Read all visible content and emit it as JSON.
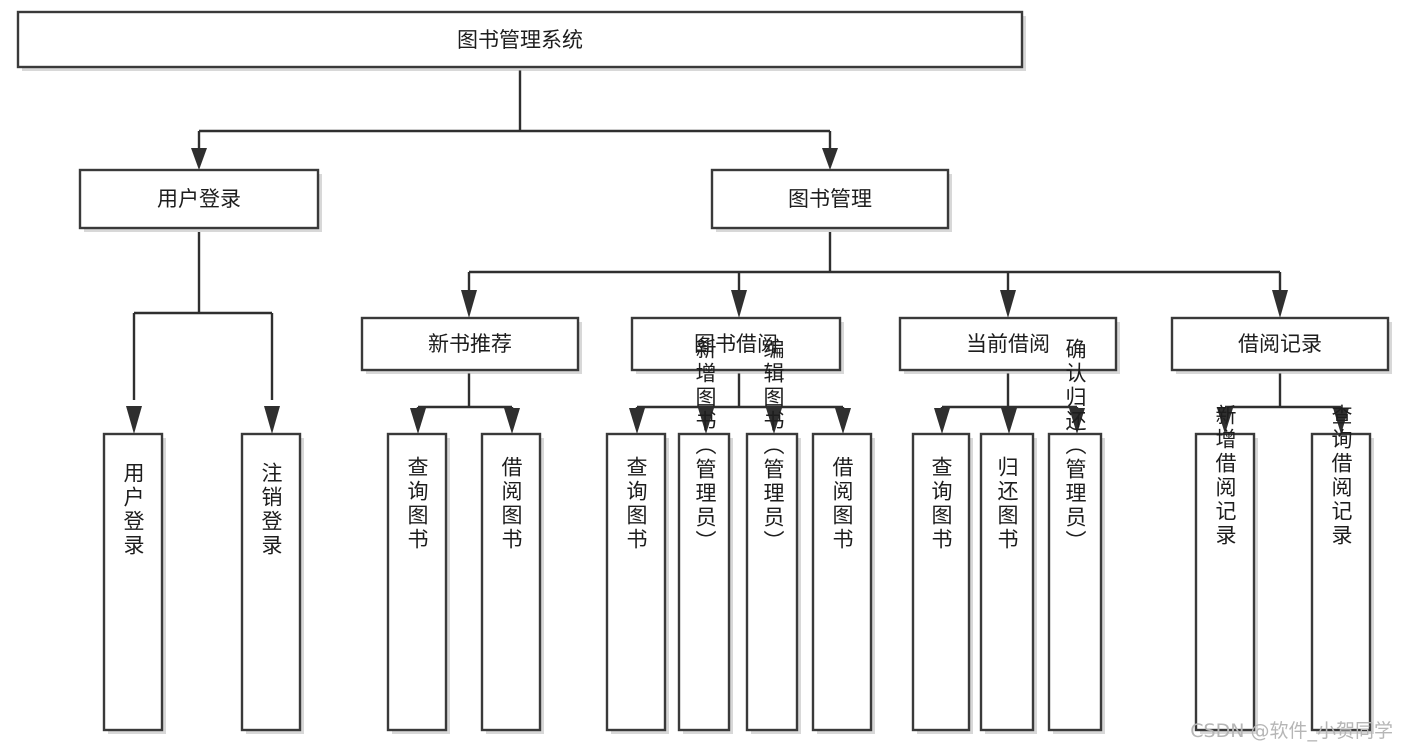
{
  "diagram": {
    "title": "图书管理系统",
    "type": "tree-hierarchy-chart",
    "watermark": "CSDN @软件_小贺同学",
    "colors": {
      "box_fill": "#ffffff",
      "box_stroke": "#3a3a3a",
      "edge": "#2f2f2f",
      "text": "#1d1d1d",
      "watermark": "#b6b6b6",
      "background": "#ffffff"
    },
    "root": {
      "label": "图书管理系统"
    },
    "level1": [
      {
        "label": "用户登录"
      },
      {
        "label": "图书管理"
      }
    ],
    "level2": [
      {
        "label": "新书推荐"
      },
      {
        "label": "图书借阅"
      },
      {
        "label": "当前借阅"
      },
      {
        "label": "借阅记录"
      }
    ],
    "leaves": {
      "user_login": [
        {
          "label": "用户登录"
        },
        {
          "label": "注销登录"
        }
      ],
      "new_book": [
        {
          "label": "查询图书"
        },
        {
          "label": "借阅图书"
        }
      ],
      "book_borrow": [
        {
          "label": "查询图书"
        },
        {
          "label": "新增图书（管理员）"
        },
        {
          "label": "编辑图书（管理员）"
        },
        {
          "label": "借阅图书"
        }
      ],
      "current_borrow": [
        {
          "label": "查询图书"
        },
        {
          "label": "归还图书"
        },
        {
          "label": "确认归还（管理员）"
        }
      ],
      "borrow_record": [
        {
          "label": "新增借阅记录"
        },
        {
          "label": "查询借阅记录"
        }
      ]
    }
  }
}
